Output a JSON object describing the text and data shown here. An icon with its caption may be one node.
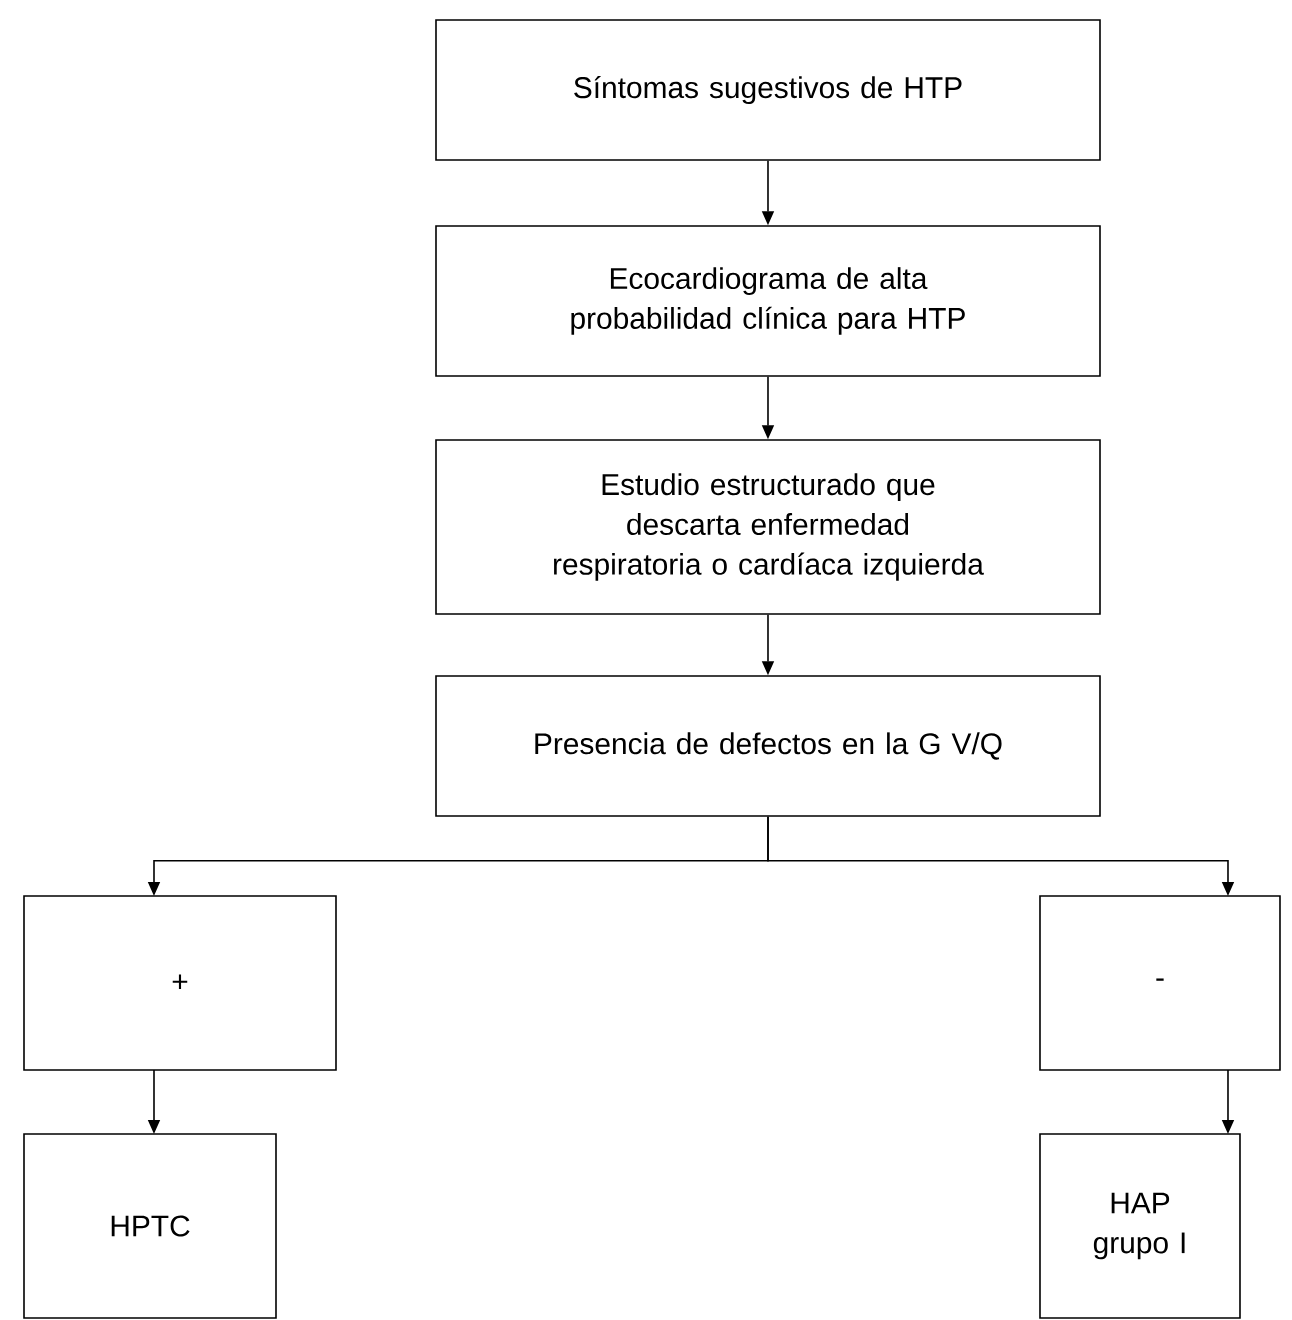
{
  "diagram": {
    "nodes": [
      {
        "text": [
          "Síntomas sugestivos de HTP"
        ]
      },
      {
        "text": [
          "Ecocardiograma de alta probabilidad clínica para HTP"
        ]
      },
      {
        "text": [
          "Estudio estructurado que descarta enfermedad respiratoria o cardíaca izquierda"
        ]
      },
      {
        "text": [
          "Presencia de defectos en la G V/Q"
        ]
      },
      {
        "text": [
          "+"
        ]
      },
      {
        "text": [
          "-"
        ]
      },
      {
        "text": [
          "HPTC"
        ]
      },
      {
        "text": [
          "HAP grupo I"
        ]
      }
    ],
    "edges": [
      {
        "from": 0,
        "to": 1,
        "arrow": "to"
      },
      {
        "from": 1,
        "to": 2,
        "arrow": "to"
      },
      {
        "from": 2,
        "to": 3,
        "arrow": "to"
      },
      {
        "from": 3,
        "to": 4,
        "arrow": "to"
      },
      {
        "from": 3,
        "to": 5,
        "arrow": "to"
      },
      {
        "from": 4,
        "to": 6,
        "arrow": "to"
      },
      {
        "from": 5,
        "to": 7,
        "arrow": "to"
      }
    ]
  }
}
